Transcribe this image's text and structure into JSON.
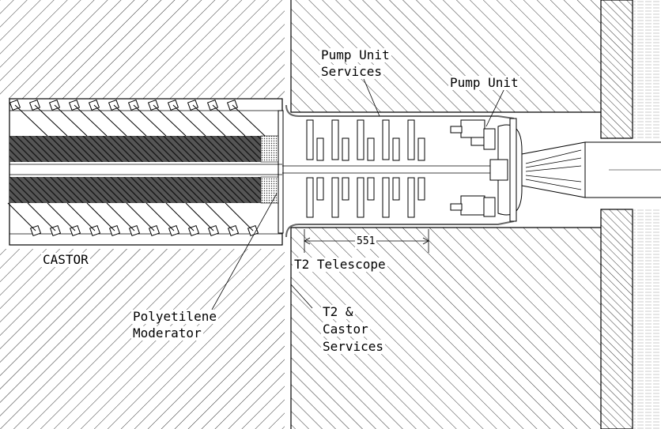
{
  "labels": {
    "pump_unit_services_1": "Pump Unit",
    "pump_unit_services_2": "Services",
    "pump_unit": "Pump Unit",
    "castor": "CASTOR",
    "dimension": "551",
    "t2_telescope": "T2 Telescope",
    "polyetilene_1": "Polyetilene",
    "polyetilene_2": "Moderator",
    "t2_services_1": "T2 &",
    "t2_services_2": "Castor",
    "t2_services_3": "Services"
  }
}
